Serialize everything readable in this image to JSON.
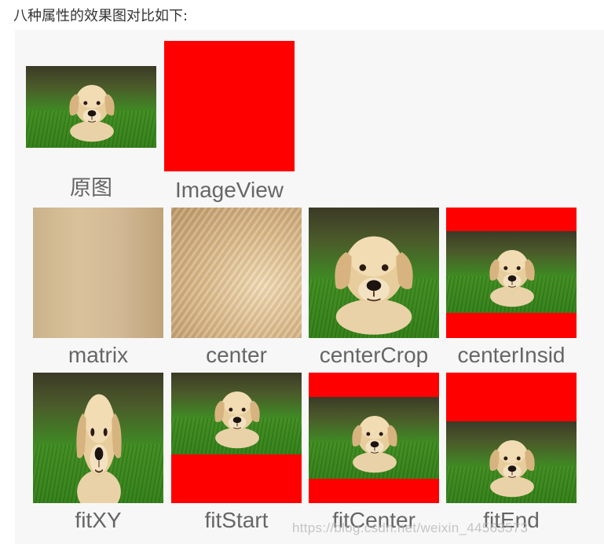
{
  "intro_text": "八种属性的效果图对比如下:",
  "captions": {
    "original": "原图",
    "imageview": "ImageView",
    "matrix": "matrix",
    "center": "center",
    "centerCrop": "centerCrop",
    "centerInside": "centerInsid",
    "fitXY": "fitXY",
    "fitStart": "fitStart",
    "fitCenter": "fitCenter",
    "fitEnd": "fitEnd"
  },
  "watermark": "https://blog.csdn.net/weixin_44563573",
  "colors": {
    "placeholder_red": "#ff0000",
    "caption_gray": "#666666"
  }
}
